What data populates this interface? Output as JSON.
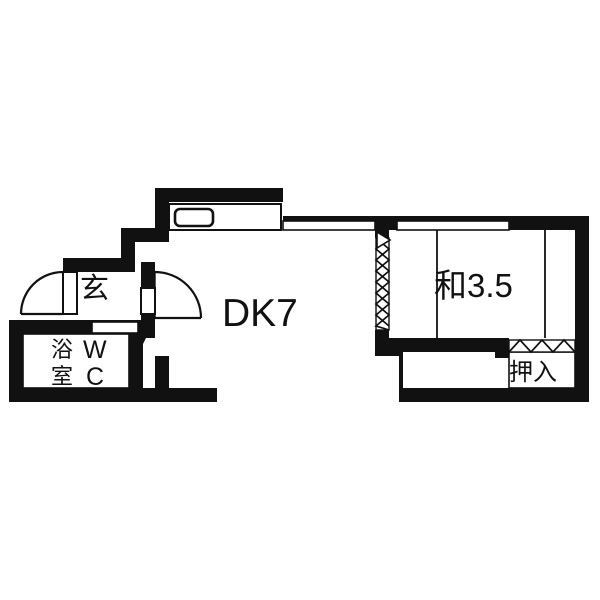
{
  "plan": {
    "title": "1DK apartment floor plan",
    "colors": {
      "wall": "#111111",
      "background": "#ffffff",
      "line": "#111111",
      "fixture_stroke": "#111111"
    },
    "rooms": [
      {
        "id": "dk",
        "label": "DK7",
        "name": "dining-kitchen",
        "size_jo": "7"
      },
      {
        "id": "washitsu",
        "label": "和3.5",
        "name": "japanese-tatami-room",
        "size_jo": "3.5"
      },
      {
        "id": "genkan",
        "label": "玄",
        "name": "entrance"
      },
      {
        "id": "bath",
        "label_line1": "浴",
        "label_line2": "室",
        "name": "bathroom"
      },
      {
        "id": "wc",
        "label_line1": "W",
        "label_line2": "C",
        "name": "toilet"
      },
      {
        "id": "oshiire",
        "label": "押入",
        "name": "closet"
      }
    ],
    "fixtures": [
      {
        "name": "kitchen-sink",
        "label": ""
      },
      {
        "name": "kitchen-counter",
        "label": ""
      }
    ],
    "openings": [
      {
        "name": "entrance-door",
        "type": "swing-door"
      },
      {
        "name": "genkan-to-dk-door",
        "type": "swing-door"
      },
      {
        "name": "bathroom-door",
        "type": "folding-door"
      },
      {
        "name": "dk-to-washitsu-fusuma",
        "type": "sliding-screen"
      },
      {
        "name": "closet-fusuma",
        "type": "sliding-screen"
      },
      {
        "name": "kitchen-window",
        "type": "window"
      },
      {
        "name": "dk-window",
        "type": "window"
      },
      {
        "name": "washitsu-window",
        "type": "window"
      },
      {
        "name": "balcony-door",
        "type": "window"
      }
    ]
  }
}
